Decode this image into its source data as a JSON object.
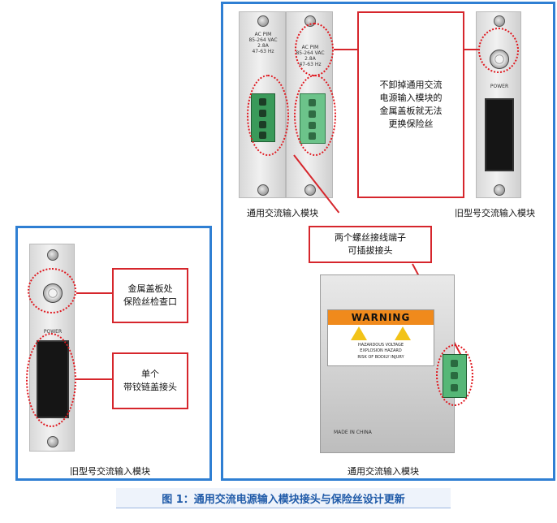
{
  "right_group": {
    "caption_bottom": "通用交流输入模块",
    "caption_left_image": "通用交流输入模块",
    "caption_right_image": "旧型号交流输入模块",
    "fuse_note": "不卸掉通用交流\n电源输入模块的\n金属盖板就无法\n更换保险丝",
    "terminal_note": "两个螺丝接线端子\n可插拔接头",
    "panel_text": "AC PIM\n85-264 VAC\n2.8A\n47-63 Hz",
    "panel_text_b": "AC PIM\n85-264 VAC\n2.8A\n47-63 Hz",
    "warning": {
      "header": "WARNING",
      "line1": "HAZARDOUS VOLTAGE",
      "line2": "EXPLOSION HAZARD",
      "line3": "RISK OF BODILY INJURY",
      "made_in": "MADE IN CHINA"
    }
  },
  "left_group": {
    "caption": "旧型号交流输入模块",
    "fuse_note": "金属盖板处\n保险丝检查口",
    "connector_note": "单个\n带铰链盖接头",
    "power_label": "POWER"
  },
  "figure_title": "图 1：通用交流电源输入模块接头与保险丝设计更新",
  "colors": {
    "frame_blue": "#2f7fd3",
    "callout_red": "#d6262c",
    "title_blue": "#1f5aa8",
    "connector_green": "#3a9a5a"
  }
}
